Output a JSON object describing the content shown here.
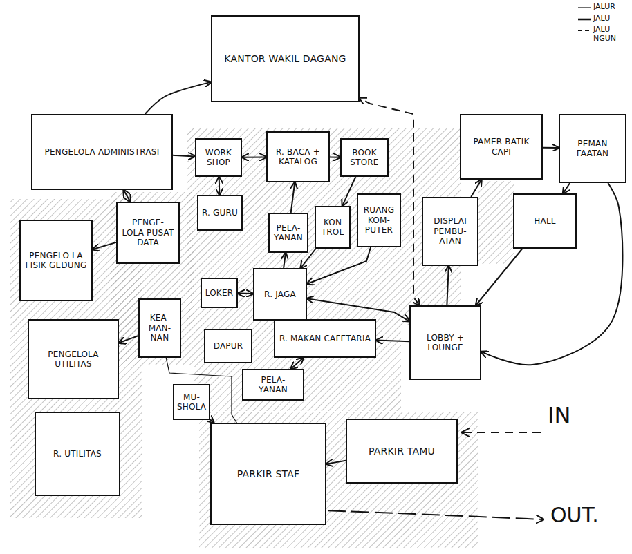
{
  "diagram": {
    "nodes": [
      {
        "text": [
          "KANTOR WAKIL DAGANG"
        ]
      },
      {
        "text": [
          "PENGELOLA ADMINISTRASI"
        ]
      },
      {
        "text": [
          "WORK SHOP"
        ]
      },
      {
        "text": [
          "R. BACA + KATALOG"
        ]
      },
      {
        "text": [
          "BOOK STORE"
        ]
      },
      {
        "text": [
          "PAMER BATIK CAPI"
        ]
      },
      {
        "text": [
          "PEMAN FAATAN"
        ]
      },
      {
        "text": [
          "R. GURU"
        ]
      },
      {
        "text": [
          "PENGE- LOLA PUSAT DATA"
        ]
      },
      {
        "text": [
          "PELA- YANAN"
        ]
      },
      {
        "text": [
          "KON TROL"
        ]
      },
      {
        "text": [
          "RUANG KOM- PUTER"
        ]
      },
      {
        "text": [
          "DISPLAI PEMBU- ATAN"
        ]
      },
      {
        "text": [
          "HALL"
        ]
      },
      {
        "text": [
          "PENGELO LA FISIK GEDUNG"
        ]
      },
      {
        "text": [
          "LOKER"
        ]
      },
      {
        "text": [
          "R. JAGA"
        ]
      },
      {
        "text": [
          "KEA- MAN- NAN"
        ]
      },
      {
        "text": [
          "LOBBY + LOUNGE"
        ]
      },
      {
        "text": [
          "PENGELOLA UTILITAS"
        ]
      },
      {
        "text": [
          "DAPUR"
        ]
      },
      {
        "text": [
          "R. MAKAN CAFETARIA"
        ]
      },
      {
        "text": [
          "PELA- YANAN"
        ]
      },
      {
        "text": [
          "MU- SHOLA"
        ]
      },
      {
        "text": [
          "R. UTILITAS"
        ]
      },
      {
        "text": [
          "PARKIR STAF"
        ]
      },
      {
        "text": [
          "PARKIR TAMU"
        ]
      }
    ],
    "edges": [
      {
        "from": 18,
        "to": 0,
        "arrow": "both"
      },
      {
        "from": 1,
        "to": 0,
        "arrow": "to"
      },
      {
        "from": 2,
        "to": 3,
        "arrow": "both"
      },
      {
        "from": 2,
        "to": 7,
        "arrow": "both"
      },
      {
        "from": 3,
        "to": 4,
        "arrow": "to"
      },
      {
        "from": 4,
        "to": 10,
        "arrow": "to"
      },
      {
        "from": 9,
        "to": 3,
        "arrow": "to"
      },
      {
        "from": 16,
        "to": 9,
        "arrow": "to"
      },
      {
        "from": 10,
        "to": 16,
        "arrow": "to"
      },
      {
        "from": 11,
        "to": 16,
        "arrow": "to"
      },
      {
        "from": 15,
        "to": 16,
        "arrow": "both"
      },
      {
        "from": 16,
        "to": 18,
        "arrow": "both"
      },
      {
        "from": 18,
        "to": 12,
        "arrow": "to"
      },
      {
        "from": 12,
        "to": 5,
        "arrow": "to"
      },
      {
        "from": 5,
        "to": 6,
        "arrow": "to"
      },
      {
        "from": 6,
        "to": 13,
        "arrow": "to"
      },
      {
        "from": 13,
        "to": 18,
        "arrow": "to"
      },
      {
        "from": 6,
        "to": 18,
        "arrow": "to"
      },
      {
        "from": 18,
        "to": 21,
        "arrow": "to"
      },
      {
        "from": 21,
        "to": 22,
        "arrow": "both"
      },
      {
        "from": 1,
        "to": 8,
        "arrow": "both"
      },
      {
        "from": 8,
        "to": 14,
        "arrow": "to"
      },
      {
        "from": 1,
        "to": 2,
        "arrow": "to"
      },
      {
        "from": 17,
        "to": 19,
        "arrow": "to"
      },
      {
        "from": 23,
        "to": 25,
        "arrow": "to"
      },
      {
        "from": 26,
        "to": 25,
        "arrow": "to"
      },
      {
        "from": 17,
        "to": 25,
        "arrow": "none"
      }
    ],
    "labels": [
      "IN",
      "OUT."
    ],
    "legend": [
      {
        "text": "JALUR"
      },
      {
        "text": "JALU"
      },
      {
        "text": "JALU NGUN"
      }
    ]
  }
}
